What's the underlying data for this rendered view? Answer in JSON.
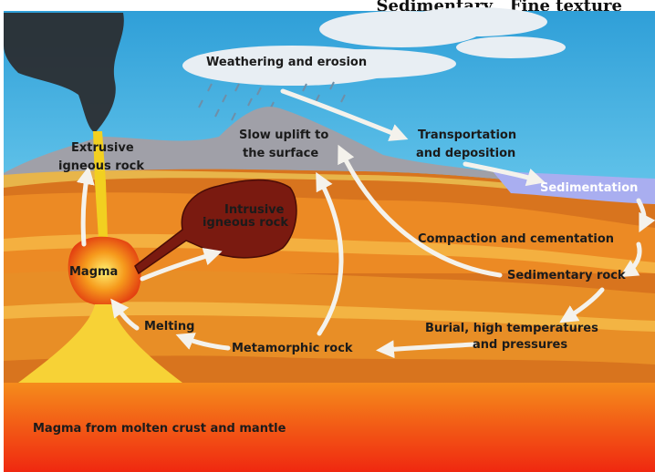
{
  "header": {
    "left_text": "Sedimentary",
    "right_text": "Fine texture"
  },
  "labels": {
    "weathering": "Weathering and erosion",
    "extrusive_1": "Extrusive",
    "extrusive_2": "igneous rock",
    "uplift_1": "Slow uplift to",
    "uplift_2": "the surface",
    "transport_1": "Transportation",
    "transport_2": "and deposition",
    "sedimentation": "Sedimentation",
    "intrusive_1": "Intrusive",
    "intrusive_2": "igneous rock",
    "compaction": "Compaction and cementation",
    "magma": "Magma",
    "sedimentary_rock": "Sedimentary rock",
    "melting": "Melting",
    "burial_1": "Burial, high temperatures",
    "burial_2": "and pressures",
    "metamorphic": "Metamorphic rock",
    "magma_source": "Magma from molten crust and mantle"
  },
  "colors": {
    "sky": "#4ab4e0",
    "mountain": "#9c9ca4",
    "magma": "#f0b020",
    "intrusive": "#7a1a10",
    "sediment_band": "#a9aef0",
    "arrow": "#f4f2ec"
  }
}
